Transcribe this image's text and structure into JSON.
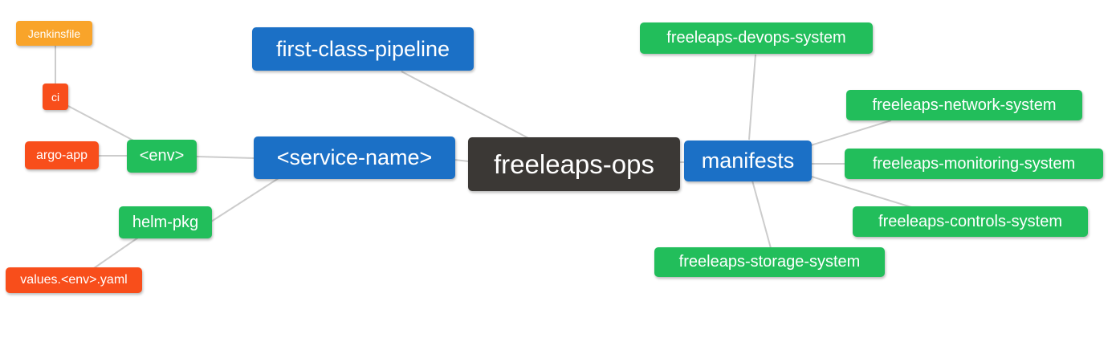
{
  "diagram": {
    "type": "mindmap",
    "nodes": [
      {
        "id": "freeleaps-ops",
        "label": "freeleaps-ops",
        "role": "root",
        "color": "#3b3835"
      },
      {
        "id": "first-class-pipeline",
        "label": "first-class-pipeline",
        "role": "branch",
        "color": "#1b70c6"
      },
      {
        "id": "service-name",
        "label": "<service-name>",
        "role": "branch",
        "color": "#1b70c6"
      },
      {
        "id": "manifests",
        "label": "manifests",
        "role": "branch",
        "color": "#1b70c6"
      },
      {
        "id": "env",
        "label": "<env>",
        "role": "leaf",
        "color": "#22be5b"
      },
      {
        "id": "helm-pkg",
        "label": "helm-pkg",
        "role": "leaf",
        "color": "#22be5b"
      },
      {
        "id": "ci",
        "label": "ci",
        "role": "leaf",
        "color": "#f84e1b"
      },
      {
        "id": "argo-app",
        "label": "argo-app",
        "role": "leaf",
        "color": "#f84e1b"
      },
      {
        "id": "jenkinsfile",
        "label": "Jenkinsfile",
        "role": "leaf",
        "color": "#f9a42a"
      },
      {
        "id": "values-env-yaml",
        "label": "values.<env>.yaml",
        "role": "leaf",
        "color": "#f84e1b"
      },
      {
        "id": "freeleaps-devops-system",
        "label": "freeleaps-devops-system",
        "role": "leaf",
        "color": "#22be5b"
      },
      {
        "id": "freeleaps-network-system",
        "label": "freeleaps-network-system",
        "role": "leaf",
        "color": "#22be5b"
      },
      {
        "id": "freeleaps-monitoring-system",
        "label": "freeleaps-monitoring-system",
        "role": "leaf",
        "color": "#22be5b"
      },
      {
        "id": "freeleaps-controls-system",
        "label": "freeleaps-controls-system",
        "role": "leaf",
        "color": "#22be5b"
      },
      {
        "id": "freeleaps-storage-system",
        "label": "freeleaps-storage-system",
        "role": "leaf",
        "color": "#22be5b"
      }
    ],
    "edges": [
      [
        "freeleaps-ops",
        "first-class-pipeline"
      ],
      [
        "freeleaps-ops",
        "service-name"
      ],
      [
        "freeleaps-ops",
        "manifests"
      ],
      [
        "service-name",
        "env"
      ],
      [
        "service-name",
        "helm-pkg"
      ],
      [
        "env",
        "ci"
      ],
      [
        "env",
        "argo-app"
      ],
      [
        "ci",
        "jenkinsfile"
      ],
      [
        "helm-pkg",
        "values-env-yaml"
      ],
      [
        "manifests",
        "freeleaps-devops-system"
      ],
      [
        "manifests",
        "freeleaps-network-system"
      ],
      [
        "manifests",
        "freeleaps-monitoring-system"
      ],
      [
        "manifests",
        "freeleaps-controls-system"
      ],
      [
        "manifests",
        "freeleaps-storage-system"
      ]
    ],
    "colors": {
      "root_bg": "#3b3835",
      "branch_bg": "#1b70c6",
      "green_leaf_bg": "#22be5b",
      "red_leaf_bg": "#f84e1b",
      "orange_leaf_bg": "#f9a42a",
      "node_text": "#ffffff",
      "edge_line": "#cccccc",
      "canvas_bg": "#ffffff"
    }
  }
}
